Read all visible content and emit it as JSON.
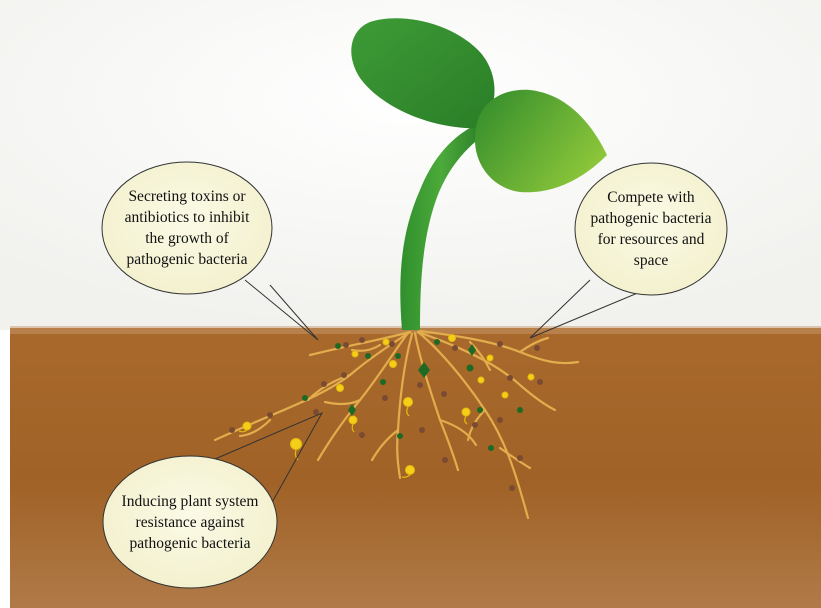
{
  "callouts": {
    "toxins": "Secreting toxins or\nantibiotics to inhibit\nthe growth of\npathogenic bacteria",
    "compete": "Compete with\npathogenic bacteria\nfor resources and\nspace",
    "resistance": "Inducing plant system\nresistance against\npathogenic bacteria"
  },
  "colors": {
    "soil": "#a8692f",
    "root": "#e0ab4a",
    "leaf": "#3fa43a",
    "callout_fill": "#f7f5d8",
    "bacteria_yellow": "#f4cf18",
    "bacteria_brown": "#7a4b32",
    "bacteria_green": "#1e6a24"
  }
}
